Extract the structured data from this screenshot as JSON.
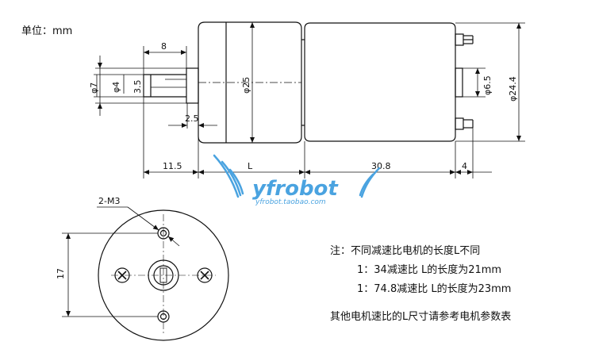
{
  "unit_label": "单位：mm",
  "side_view": {
    "phi7": "φ7",
    "phi4": "φ4",
    "d35": "3.5",
    "d8": "8",
    "phi25": "φ25",
    "d25": "2.5",
    "phi65": "φ6.5",
    "phi244": "φ24.4",
    "d115": "11.5",
    "dL": "L",
    "d308": "30.8",
    "d4": "4"
  },
  "watermark": {
    "brand": "yfrobot",
    "url": "yfrobot.taobao.com",
    "color": "#4aa3e0"
  },
  "front_view": {
    "hole_label": "2-M3",
    "d17": "17"
  },
  "notes": {
    "line1": "注：不同减速比电机的长度L不同",
    "line2": "1：34减速比 L的长度为21mm",
    "line3": "1：74.8减速比 L的长度为23mm",
    "line4": "其他电机速比的L尺寸请参考电机参数表"
  }
}
